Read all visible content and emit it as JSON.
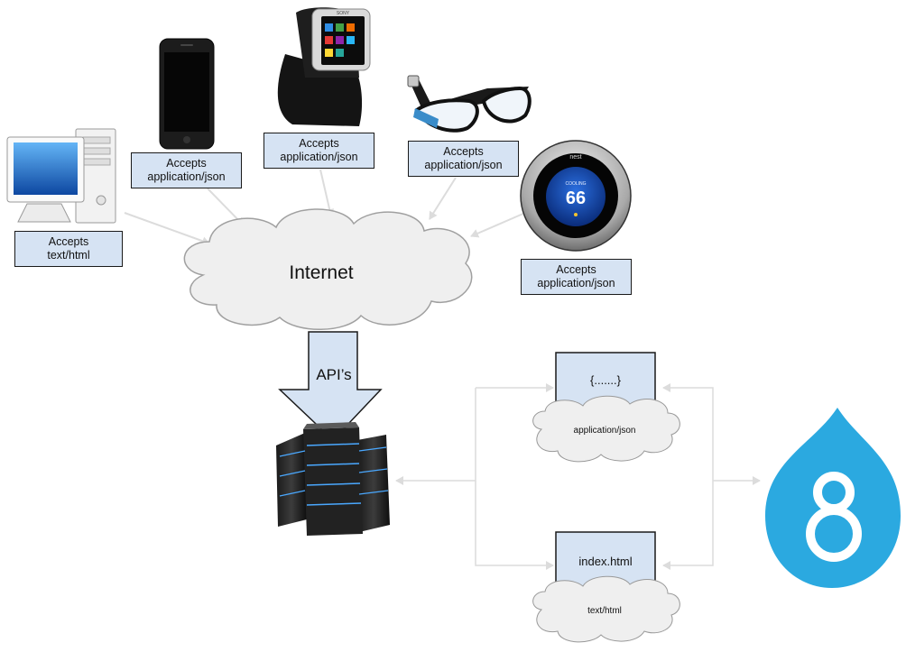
{
  "clients": [
    {
      "device": "desktop-computer",
      "accepts_label": "Accepts",
      "accepts_type": "text/html"
    },
    {
      "device": "smartphone",
      "accepts_label": "Accepts",
      "accepts_type": "application/json"
    },
    {
      "device": "smartwatch",
      "accepts_label": "Accepts",
      "accepts_type": "application/json"
    },
    {
      "device": "smart-glasses",
      "accepts_label": "Accepts",
      "accepts_type": "application/json"
    },
    {
      "device": "smart-thermostat",
      "accepts_label": "Accepts",
      "accepts_type": "application/json"
    }
  ],
  "watch_brand": "SONY",
  "thermostat": {
    "brand": "nest",
    "mode": "COOLING",
    "temperature": "66"
  },
  "internet_label": "Internet",
  "api_label": "API’s",
  "responses": [
    {
      "body": "{.......}",
      "format": "application/json"
    },
    {
      "body": "index.html",
      "format": "text/html"
    }
  ],
  "logo_text": "8",
  "colors": {
    "label_fill": "#d6e3f3",
    "cloud_fill": "#efefef",
    "arrow_fill": "#d6e3f3",
    "connector": "#dcdcdc",
    "drupal_blue": "#2ba9e0"
  }
}
